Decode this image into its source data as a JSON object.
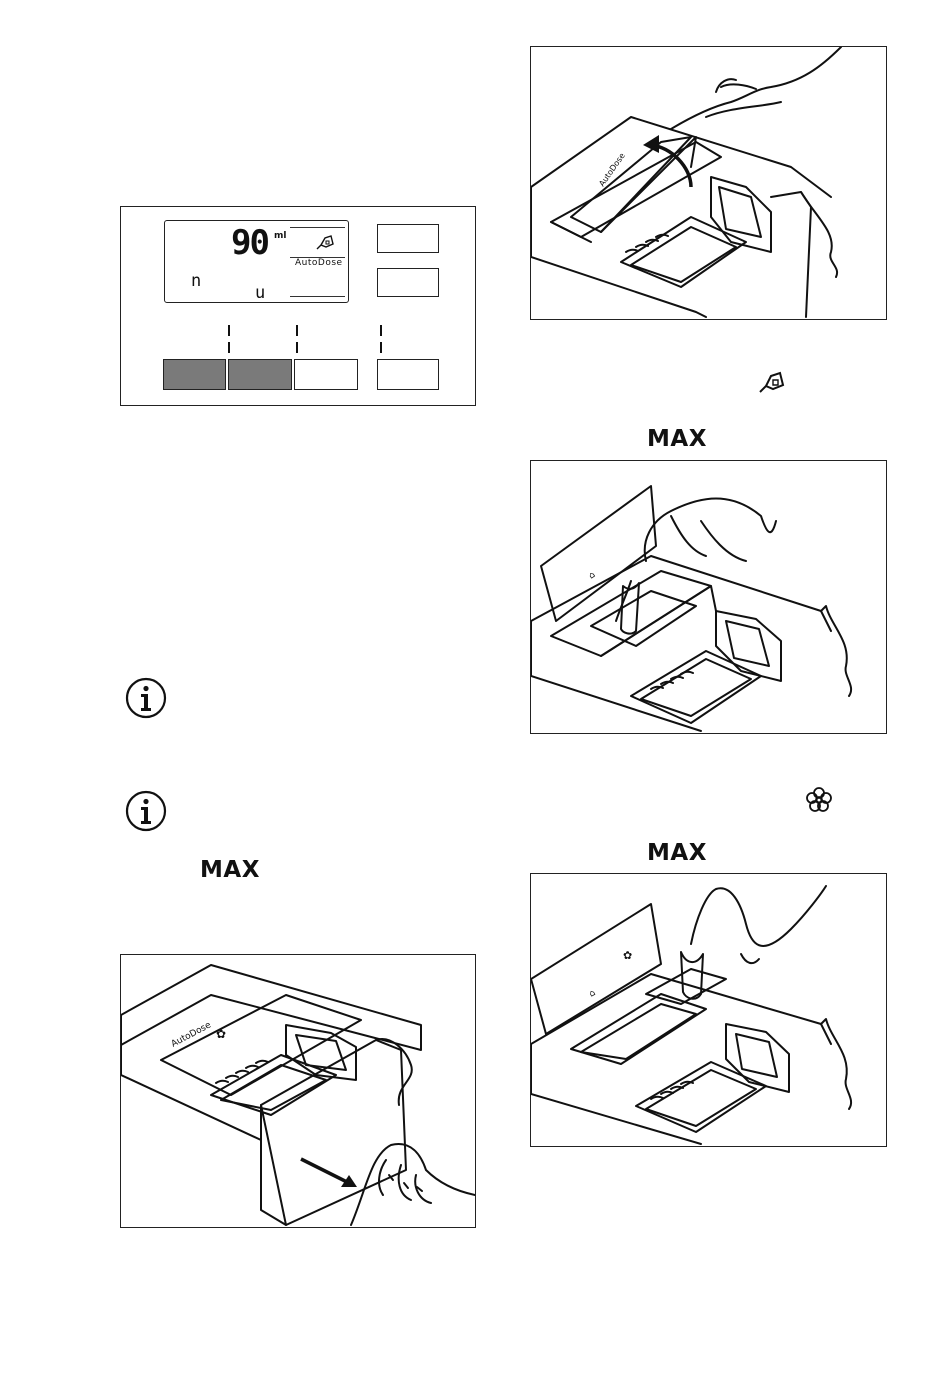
{
  "control_panel": {
    "display_value": "90",
    "display_unit": "ml",
    "display_label": "AutoDose",
    "left_glyph": "n",
    "right_glyph": "u",
    "icon": "autodose-detergent-icon"
  },
  "labels": {
    "max_left": "MAX",
    "max_right_top": "MAX",
    "max_right_bottom": "MAX"
  },
  "icons": {
    "info_1": "info-icon",
    "info_2": "info-icon",
    "detergent_inline": "detergent-icon",
    "softener_inline": "softener-flower-icon"
  },
  "illustrations": {
    "drawer_pull": "AutoDose",
    "lid_open": "AutoDose"
  }
}
